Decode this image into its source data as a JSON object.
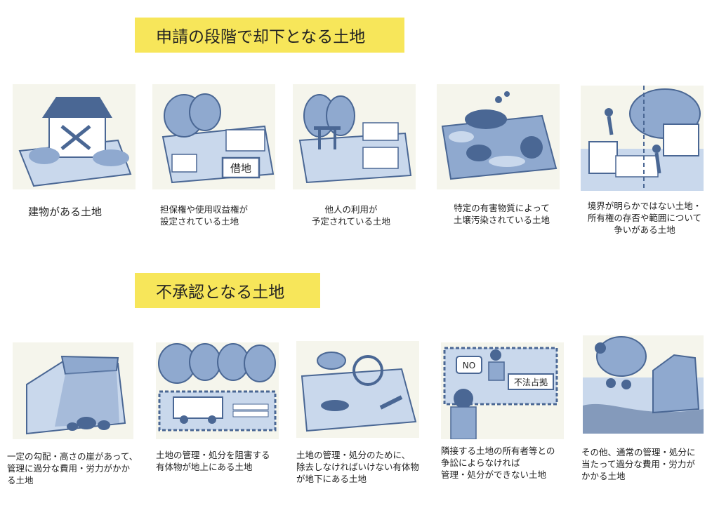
{
  "colors": {
    "heading_bg": "#f7e65a",
    "dark_blue": "#4a6794",
    "mid_blue": "#8fa9cf",
    "light_blue": "#c9d8ec",
    "panel_bg": "#f5f5ec"
  },
  "sections": [
    {
      "title": "申請の段階で却下となる土地",
      "items": [
        {
          "caption": "建物がある土地",
          "icon": "house-with-trees"
        },
        {
          "caption": "担保権や使用収益権が\n設定されている土地",
          "icon": "land-with-lease-sign",
          "sign": "借地"
        },
        {
          "caption": "他人の利用が\n予定されている土地",
          "icon": "shrine-and-graves"
        },
        {
          "caption": "特定の有害物質によって\n土壌汚染されている土地",
          "icon": "contaminated-land"
        },
        {
          "caption": "境界が明らかではない土地・\n所有権の存否や範囲について\n争いがある土地",
          "icon": "boundary-dispute"
        }
      ]
    },
    {
      "title": "不承認となる土地",
      "items": [
        {
          "caption": "一定の勾配・高さの崖があって、\n管理に過分な費用・労力がかか\nる土地",
          "icon": "cliff-land"
        },
        {
          "caption": "土地の管理・処分を阻害する\n有体物が地上にある土地",
          "icon": "truck-and-logs"
        },
        {
          "caption": "土地の管理・処分のために、\n除去しなければいけない有体物\nが地下にある土地",
          "icon": "buried-objects"
        },
        {
          "caption": "隣接する土地の所有者等との\n争訟によらなければ\n管理・処分ができない土地",
          "icon": "illegal-occupation",
          "no_label": "NO",
          "sign": "不法占拠"
        },
        {
          "caption": "その他、通常の管理・処分に\n当たって過分な費用・労力が\nかかる土地",
          "icon": "wild-animals-landslide"
        }
      ]
    }
  ]
}
